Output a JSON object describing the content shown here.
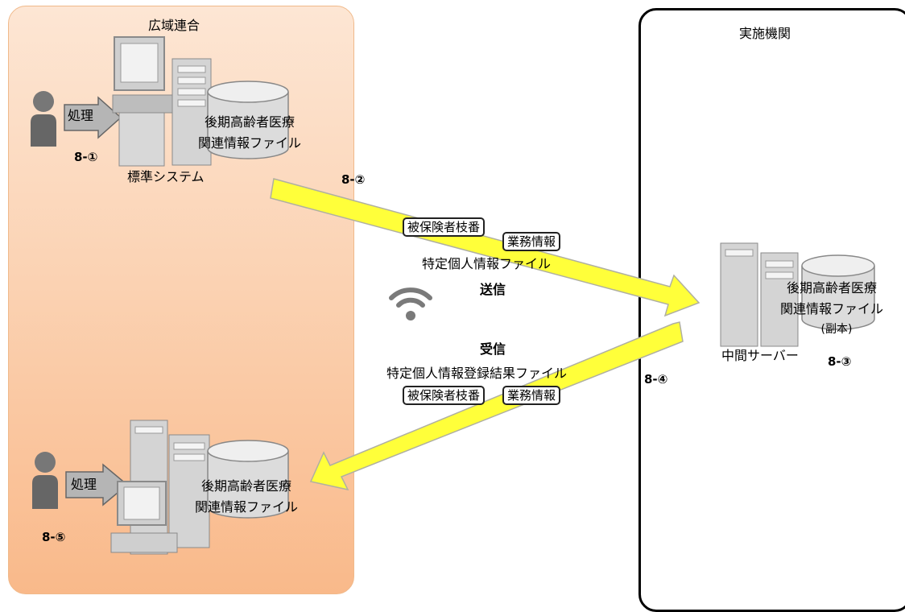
{
  "left_region": {
    "title": "広域連合",
    "top_group": {
      "process_label": "処理",
      "db_label_line1": "後期高齢者医療",
      "db_label_line2": "関連情報ファイル",
      "step": "8-①",
      "system_label": "標準システム"
    },
    "bottom_group": {
      "process_label": "処理",
      "db_label_line1": "後期高齢者医療",
      "db_label_line2": "関連情報ファイル",
      "step": "8-⑤"
    }
  },
  "right_region": {
    "title": "実施機関",
    "db_label_line1": "後期高齢者医療",
    "db_label_line2": "関連情報ファイル",
    "db_label_line3": "(副本)",
    "server_label": "中間サーバー",
    "step": "8-③"
  },
  "send": {
    "step": "8-②",
    "tag1": "被保険者枝番",
    "tag2": "業務情報",
    "file_label": "特定個人情報ファイル",
    "title": "送信"
  },
  "receive": {
    "step": "8-④",
    "title": "受信",
    "file_label": "特定個人情報登録結果ファイル",
    "tag1": "被保険者枝番",
    "tag2": "業務情報"
  },
  "colors": {
    "arrow_fill": "#ffff3a",
    "arrow_stroke": "#b0b0a0",
    "region_left_top": "#fde6d4",
    "region_left_bottom": "#f9b98a"
  },
  "icons": [
    "person-icon",
    "process-arrow-icon",
    "computer-icon",
    "server-icon",
    "database-icon",
    "wifi-icon"
  ]
}
